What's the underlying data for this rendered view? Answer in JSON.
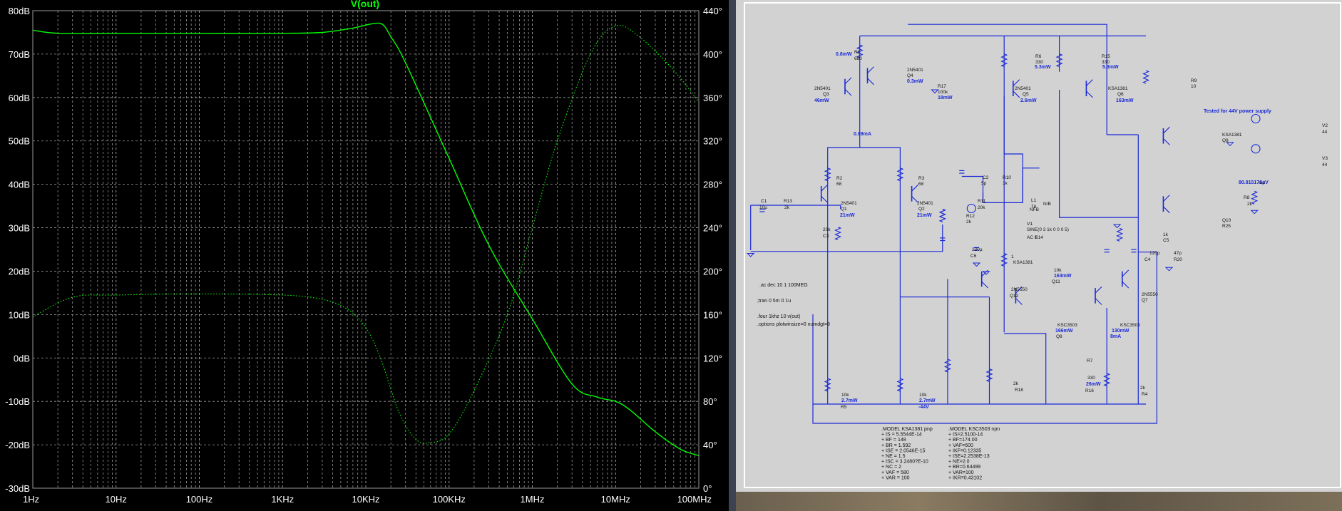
{
  "plot": {
    "title": "V(out)",
    "left_axis_ticks": [
      "80dB",
      "70dB",
      "60dB",
      "50dB",
      "40dB",
      "30dB",
      "20dB",
      "10dB",
      "0dB",
      "-10dB",
      "-20dB",
      "-30dB"
    ],
    "right_axis_ticks": [
      "440°",
      "400°",
      "360°",
      "320°",
      "280°",
      "240°",
      "200°",
      "160°",
      "120°",
      "80°",
      "40°",
      "0°"
    ],
    "x_axis_ticks": [
      "1Hz",
      "10Hz",
      "100Hz",
      "1KHz",
      "10KHz",
      "100KHz",
      "1MHz",
      "10MHz",
      "100MHz"
    ]
  },
  "chart_data": {
    "type": "line",
    "title": "V(out)",
    "x_scale": "log",
    "xlim": [
      1,
      100000000
    ],
    "ylim_left": [
      -30,
      80
    ],
    "ylim_right": [
      0,
      440
    ],
    "grid": true,
    "series": [
      {
        "axis": "left",
        "style": "solid",
        "color": "#00ff00",
        "x": [
          1,
          2,
          10,
          100,
          1000,
          3000,
          7000,
          12000,
          16000,
          20000,
          30000,
          100000,
          300000,
          1000000,
          3000000,
          6000000,
          10000000,
          15000000,
          30000000,
          60000000,
          100000000
        ],
        "y": [
          75.5,
          74.8,
          74.8,
          74.8,
          74.8,
          75,
          76,
          77,
          76.8,
          74,
          68,
          46,
          26,
          9,
          -6,
          -9,
          -10,
          -12,
          -17,
          -21,
          -22.5
        ]
      },
      {
        "axis": "right",
        "style": "dotted",
        "color": "#00ff00",
        "x": [
          1,
          3,
          10,
          100,
          1000,
          3000,
          6000,
          10000,
          15000,
          25000,
          40000,
          60000,
          100000,
          200000,
          500000,
          1000000,
          2000000,
          5000000,
          10000000,
          20000000,
          50000000,
          100000000
        ],
        "y": [
          158,
          176,
          178,
          179,
          178,
          174,
          165,
          148,
          120,
          70,
          45,
          42,
          50,
          90,
          160,
          240,
          320,
          400,
          426,
          415,
          385,
          356
        ]
      }
    ]
  },
  "schematic": {
    "labels": [
      {
        "t": "0.8mW",
        "c": "blue"
      },
      {
        "t": "R1",
        "c": "dark"
      },
      {
        "t": "680",
        "c": "dark"
      },
      {
        "t": "2N5401",
        "c": "dark"
      },
      {
        "t": "Q4",
        "c": "dark"
      },
      {
        "t": "0.3mW",
        "c": "blue"
      },
      {
        "t": "2N5401",
        "c": "dark"
      },
      {
        "t": "Q3",
        "c": "dark"
      },
      {
        "t": "46mW",
        "c": "blue"
      },
      {
        "t": "R17",
        "c": "dark"
      },
      {
        "t": "100k",
        "c": "dark"
      },
      {
        "t": "18mW",
        "c": "blue"
      },
      {
        "t": "0.89mA",
        "c": "blue"
      },
      {
        "t": "R6",
        "c": "dark"
      },
      {
        "t": "330",
        "c": "dark"
      },
      {
        "t": "5.3mW",
        "c": "blue"
      },
      {
        "t": "R15",
        "c": "dark"
      },
      {
        "t": "330",
        "c": "dark"
      },
      {
        "t": "5.3mW",
        "c": "blue"
      },
      {
        "t": "2N5401",
        "c": "dark"
      },
      {
        "t": "Q5",
        "c": "dark"
      },
      {
        "t": "2.6mW",
        "c": "blue"
      },
      {
        "t": "KSA1381",
        "c": "dark"
      },
      {
        "t": "Q6",
        "c": "dark"
      },
      {
        "t": "163mW",
        "c": "blue"
      },
      {
        "t": "R9",
        "c": "dark"
      },
      {
        "t": "10",
        "c": "dark"
      },
      {
        "t": "Tested for 44V power supply",
        "c": "blue"
      },
      {
        "t": "V2",
        "c": "dark"
      },
      {
        "t": "44",
        "c": "dark"
      },
      {
        "t": "V3",
        "c": "dark"
      },
      {
        "t": "44",
        "c": "dark"
      },
      {
        "t": "KSA1381",
        "c": "dark"
      },
      {
        "t": "Q9",
        "c": "dark"
      },
      {
        "t": "R2",
        "c": "dark"
      },
      {
        "t": "68",
        "c": "dark"
      },
      {
        "t": "R3",
        "c": "dark"
      },
      {
        "t": "68",
        "c": "dark"
      },
      {
        "t": "2N5401",
        "c": "dark"
      },
      {
        "t": "Q1",
        "c": "dark"
      },
      {
        "t": "21mW",
        "c": "blue"
      },
      {
        "t": "2N5401",
        "c": "dark"
      },
      {
        "t": "Q2",
        "c": "dark"
      },
      {
        "t": "21mW",
        "c": "blue"
      },
      {
        "t": "C2",
        "c": "dark"
      },
      {
        "t": "5p",
        "c": "dark"
      },
      {
        "t": "R10",
        "c": "dark"
      },
      {
        "t": "1k",
        "c": "dark"
      },
      {
        "t": "C1",
        "c": "dark"
      },
      {
        "t": "10µ",
        "c": "dark"
      },
      {
        "t": "R13",
        "c": "dark"
      },
      {
        "t": "2k",
        "c": "dark"
      },
      {
        "t": "R11",
        "c": "dark"
      },
      {
        "t": "20k",
        "c": "dark"
      },
      {
        "t": "L1",
        "c": "dark"
      },
      {
        "t": "1µ",
        "c": "dark"
      },
      {
        "t": "N/B",
        "c": "dark"
      },
      {
        "t": "NFB",
        "c": "dark"
      },
      {
        "t": "80.815176µV",
        "c": "blue"
      },
      {
        "t": "out",
        "c": "dark"
      },
      {
        "t": "R8",
        "c": "dark"
      },
      {
        "t": "2k",
        "c": "dark"
      },
      {
        "t": "R12",
        "c": "dark"
      },
      {
        "t": "2k",
        "c": "dark"
      },
      {
        "t": "V1",
        "c": "dark"
      },
      {
        "t": "SINE(0 3 1k 0 0 0 5)",
        "c": "dark"
      },
      {
        "t": "AC 1",
        "c": "dark"
      },
      {
        "t": "R14",
        "c": "dark"
      },
      {
        "t": "20k",
        "c": "dark"
      },
      {
        "t": "C3",
        "c": "dark"
      },
      {
        "t": "220µ",
        "c": "dark"
      },
      {
        "t": "C6",
        "c": "dark"
      },
      {
        "t": "1",
        "c": "dark"
      },
      {
        "t": "KSA1381",
        "c": "dark"
      },
      {
        "t": "Q10",
        "c": "dark"
      },
      {
        "t": "R25",
        "c": "dark"
      },
      {
        "t": "1k",
        "c": "dark"
      },
      {
        "t": "C5",
        "c": "dark"
      },
      {
        "t": "120p",
        "c": "dark"
      },
      {
        "t": "C4",
        "c": "dark"
      },
      {
        "t": "47p",
        "c": "dark"
      },
      {
        "t": "R20",
        "c": "dark"
      },
      {
        "t": "10k",
        "c": "dark"
      },
      {
        "t": "163mW",
        "c": "blue"
      },
      {
        "t": "Q11",
        "c": "dark"
      },
      {
        "t": "2N5550",
        "c": "dark"
      },
      {
        "t": "Q12",
        "c": "dark"
      },
      {
        "t": "2N5550",
        "c": "dark"
      },
      {
        "t": "Q7",
        "c": "dark"
      },
      {
        "t": "KSC3503",
        "c": "dark"
      },
      {
        "t": "166mW",
        "c": "blue"
      },
      {
        "t": "Q8",
        "c": "dark"
      },
      {
        "t": "KSC3503",
        "c": "dark"
      },
      {
        "t": "130mW",
        "c": "blue"
      },
      {
        "t": "8mA",
        "c": "blue"
      },
      {
        "t": "R7",
        "c": "dark"
      },
      {
        "t": "330",
        "c": "dark"
      },
      {
        "t": "26mW",
        "c": "blue"
      },
      {
        "t": "R16",
        "c": "dark"
      },
      {
        "t": "2k",
        "c": "dark"
      },
      {
        "t": "R18",
        "c": "dark"
      },
      {
        "t": "2k",
        "c": "dark"
      },
      {
        "t": "R4",
        "c": "dark"
      },
      {
        "t": "10k",
        "c": "dark"
      },
      {
        "t": "2.7mW",
        "c": "blue"
      },
      {
        "t": "R5",
        "c": "dark"
      },
      {
        "t": "10k",
        "c": "dark"
      },
      {
        "t": "2.7mW",
        "c": "blue"
      },
      {
        "t": "-44V",
        "c": "blue"
      }
    ],
    "directives": [
      ".ac dec 10 1 100MEG",
      ";tran 0 5m 0 1u",
      ".four 1khz 10 v(out)",
      ".options plotwinsize=0 numdgt=8"
    ],
    "model_pnp": [
      ".MODEL KSA1381 pnp",
      "+ IS = 5.5544E-14",
      "+ BF = 148",
      "+ BR = 1.592",
      "+ ISE = 2.0546E-15",
      "+ NE = 1.5",
      "+ ISC = 3.2480?E-10",
      "+ NC = 2",
      "+ VAF = 580",
      "+ VAR = 100"
    ],
    "model_npn": [
      ".MODEL KSC3503 npn",
      "+ IS=2.5100-14",
      "+ BF=174.00",
      "+ VAF=600",
      "+ IKF=0.12335",
      "+ ISE=2.2538E-13",
      "+ NE=2.0",
      "+ BR=0.64499",
      "+ VAR=100",
      "+ IKR=0.43102"
    ]
  }
}
